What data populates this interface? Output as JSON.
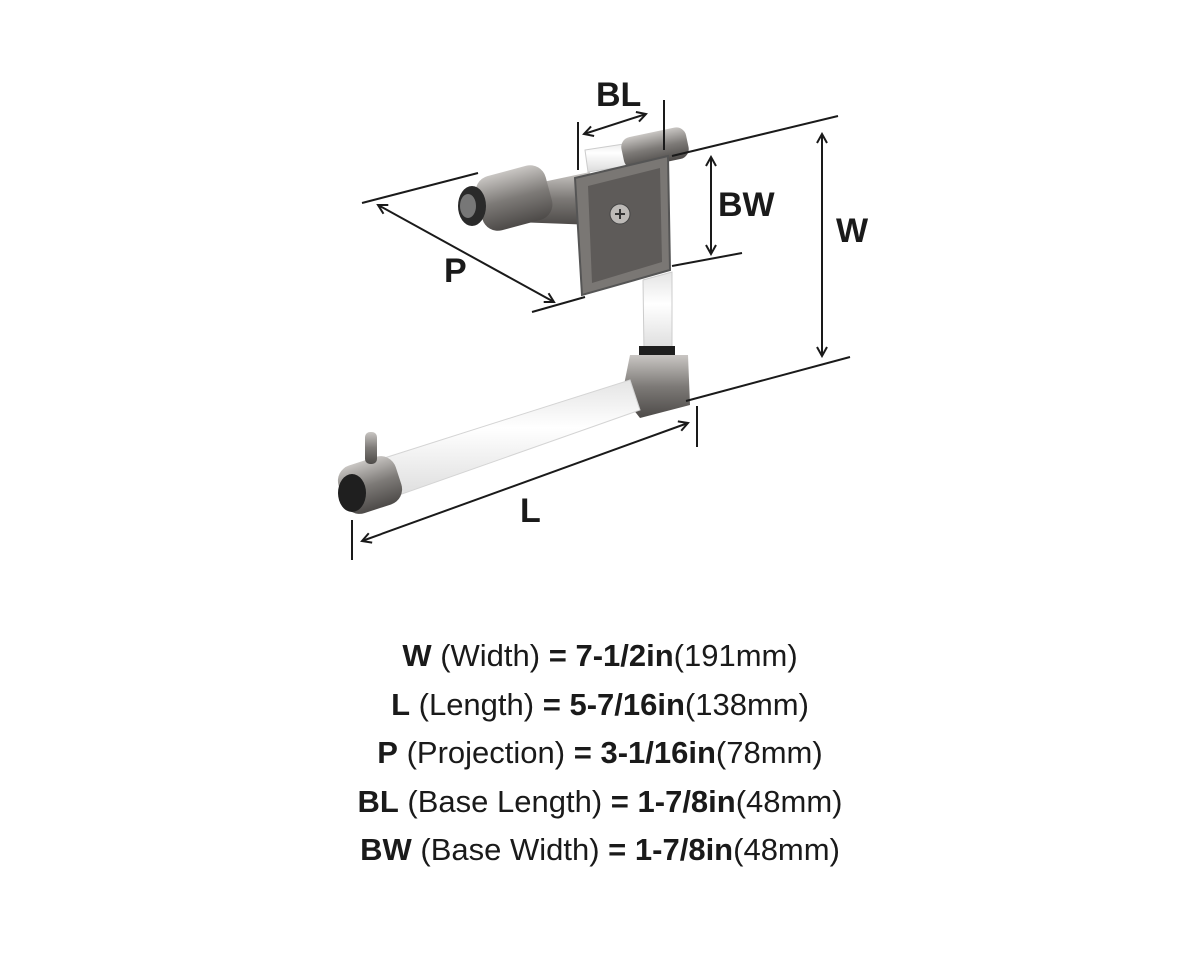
{
  "diagram": {
    "labels": {
      "BL": "BL",
      "BW": "BW",
      "W": "W",
      "P": "P",
      "L": "L"
    }
  },
  "specs": [
    {
      "code": "W",
      "name": "(Width)",
      "eq": "=",
      "inches": "7-1/2in",
      "mm": "(191mm)"
    },
    {
      "code": "L",
      "name": "(Length)",
      "eq": "=",
      "inches": "5-7/16in",
      "mm": "(138mm)"
    },
    {
      "code": "P",
      "name": "(Projection)",
      "eq": "=",
      "inches": "3-1/16in",
      "mm": "(78mm)"
    },
    {
      "code": "BL",
      "name": "(Base Length)",
      "eq": "=",
      "inches": "1-7/8in",
      "mm": "(48mm)"
    },
    {
      "code": "BW",
      "name": "(Base Width)",
      "eq": "=",
      "inches": "1-7/8in",
      "mm": "(48mm)"
    }
  ],
  "colors": {
    "metal": "#8a8785",
    "dark": "#4a4846",
    "text": "#1a1a1a"
  }
}
